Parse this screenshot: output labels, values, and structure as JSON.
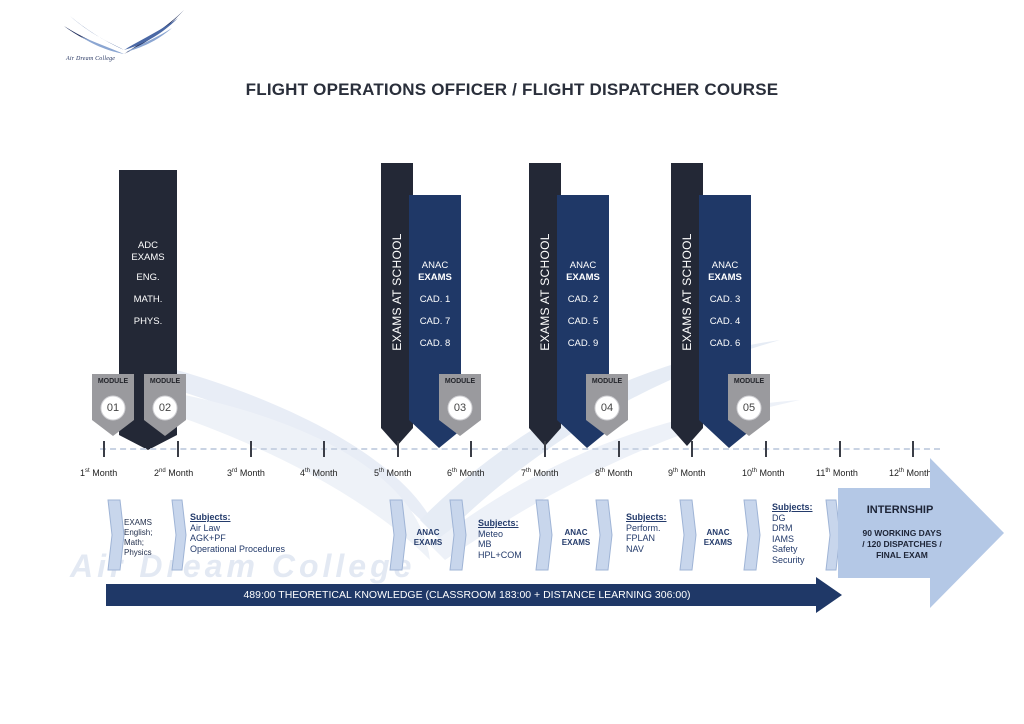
{
  "logo": {
    "text": "Air Dream College"
  },
  "title": "FLIGHT OPERATIONS OFFICER / FLIGHT DISPATCHER COURSE",
  "watermark": "Air Dream College",
  "columns": {
    "adc": {
      "title_line1": "ADC",
      "title_line2": "EXAMS",
      "items": [
        "ENG.",
        "MATH.",
        "PHYS."
      ]
    },
    "school_label": "EXAMS AT SCHOOL",
    "anac": [
      {
        "line1": "ANAC",
        "line2": "EXAMS",
        "items": [
          "CAD. 1",
          "CAD. 7",
          "CAD. 8"
        ]
      },
      {
        "line1": "ANAC",
        "line2": "EXAMS",
        "items": [
          "CAD. 2",
          "CAD. 5",
          "CAD. 9"
        ]
      },
      {
        "line1": "ANAC",
        "line2": "EXAMS",
        "items": [
          "CAD. 3",
          "CAD. 4",
          "CAD. 6"
        ]
      }
    ]
  },
  "modules": {
    "label": "MODULE",
    "numbers": [
      "01",
      "02",
      "03",
      "04",
      "05"
    ]
  },
  "months": [
    {
      "n": "1",
      "suf": "st",
      "w": "Month"
    },
    {
      "n": "2",
      "suf": "nd",
      "w": "Month"
    },
    {
      "n": "3",
      "suf": "rd",
      "w": "Month"
    },
    {
      "n": "4",
      "suf": "th",
      "w": "Month"
    },
    {
      "n": "5",
      "suf": "th",
      "w": "Month"
    },
    {
      "n": "6",
      "suf": "th",
      "w": "Month"
    },
    {
      "n": "7",
      "suf": "th",
      "w": "Month"
    },
    {
      "n": "8",
      "suf": "th",
      "w": "Month"
    },
    {
      "n": "9",
      "suf": "th",
      "w": "Month"
    },
    {
      "n": "10",
      "suf": "th",
      "w": "Month"
    },
    {
      "n": "11",
      "suf": "th",
      "w": "Month"
    },
    {
      "n": "12",
      "suf": "th",
      "w": "Month"
    }
  ],
  "lower": {
    "first_exams": [
      "EXAMS",
      "English;",
      "Math;",
      "Physics"
    ],
    "subjects_heading": "Subjects:",
    "subjects1": [
      "Air Law",
      "AGK+PF",
      "Operational Procedures"
    ],
    "subjects2": [
      "Meteo",
      "MB",
      "HPL+COM"
    ],
    "subjects3": [
      "Perform.",
      "FPLAN",
      "NAV"
    ],
    "subjects4": [
      "DG",
      "DRM",
      "IAMS",
      "Safety",
      "Security"
    ],
    "anac_line1": "ANAC",
    "anac_line2": "EXAMS"
  },
  "internship": {
    "title": "INTERNSHIP",
    "lines": [
      "90 WORKING DAYS",
      "/ 120 DISPATCHES /",
      "FINAL EXAM"
    ]
  },
  "bottom_bar": "489:00 THEORETICAL KNOWLEDGE (CLASSROOM 183:00 + DISTANCE LEARNING 306:00)",
  "colors": {
    "dark": "#232836",
    "navy": "#1f3867",
    "light_blue": "#b4c8e6",
    "module_gray": "#9a9a9e"
  }
}
